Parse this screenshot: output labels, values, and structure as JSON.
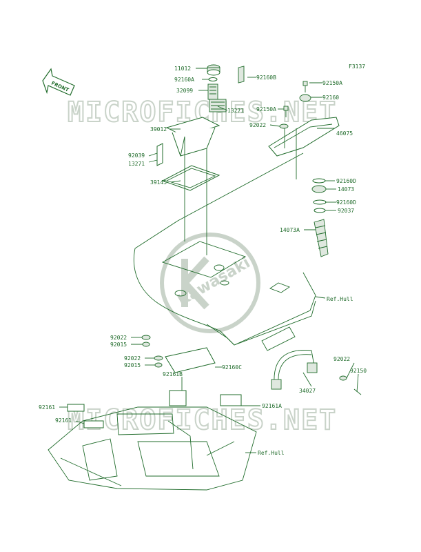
{
  "figure_code": "F3137",
  "front_label": "FRONT",
  "watermark": "MICROFICHES.NET",
  "logo_text": "Kawasaki",
  "colors": {
    "line": "#1f6b2a",
    "watermark": "#c9d3c9",
    "background": "#ffffff"
  },
  "callouts": {
    "p11012": "11012",
    "p92160A": "92160A",
    "p32099": "32099",
    "p13271a": "13271",
    "p39012": "39012",
    "p92039": "92039",
    "p13271b": "13271",
    "p39145": "39145",
    "p92160B": "92160B",
    "p92150A_top": "92150A",
    "p92160": "92160",
    "p92150A": "92150A",
    "p92022_top": "92022",
    "p46075": "46075",
    "p92160D_a": "92160D",
    "p14073": "14073",
    "p92160D_b": "92160D",
    "p92037": "92037",
    "p14073A": "14073A",
    "refhull_a": "Ref.Hull",
    "p92022_a": "92022",
    "p92015_a": "92015",
    "p92022_b": "92022",
    "p92015_b": "92015",
    "p92160C": "92160C",
    "p92161B": "92161B",
    "p92161_a": "92161",
    "p92161_b": "92161",
    "p92161A": "92161A",
    "refhull_b": "Ref.Hull",
    "p92022_c": "92022",
    "p34027": "34027",
    "p92150": "92150"
  }
}
